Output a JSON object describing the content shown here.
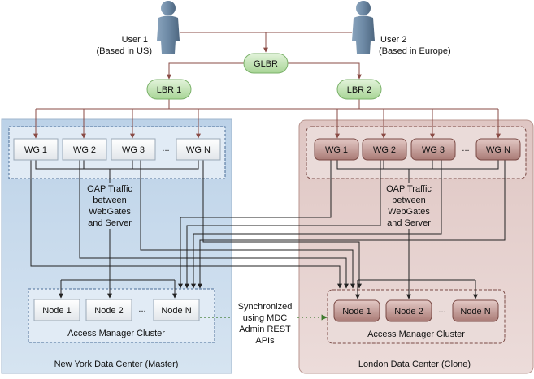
{
  "users": {
    "user1": {
      "name": "User 1",
      "location": "(Based in US)"
    },
    "user2": {
      "name": "User 2",
      "location": "(Based in Europe)"
    }
  },
  "balancers": {
    "glbr": "GLBR",
    "lbr1": "LBR 1",
    "lbr2": "LBR 2"
  },
  "ny_dc": {
    "label": "New York Data Center (Master)",
    "webgates": [
      "WG 1",
      "WG 2",
      "WG 3",
      "WG N"
    ],
    "nodes": [
      "Node 1",
      "Node 2",
      "Node N"
    ],
    "cluster_label": "Access Manager Cluster",
    "traffic_label": [
      "OAP Traffic",
      "between",
      "WebGates",
      "and Server"
    ]
  },
  "london_dc": {
    "label": "London Data Center (Clone)",
    "webgates": [
      "WG 1",
      "WG 2",
      "WG 3",
      "WG N"
    ],
    "nodes": [
      "Node 1",
      "Node 2",
      "Node N"
    ],
    "cluster_label": "Access Manager Cluster",
    "traffic_label": [
      "OAP Traffic",
      "between",
      "WebGates",
      "and Server"
    ]
  },
  "sync_label": [
    "Synchronized",
    "using MDC",
    "Admin REST",
    "APIs"
  ],
  "ellipsis": "...",
  "colors": {
    "ny_bg": "#c2d6ea",
    "london_bg": "#e6d2d0",
    "glbr_green": "#bfe2b0",
    "arrow_brown": "#8a4b45",
    "wg_london": "#b58a86"
  }
}
